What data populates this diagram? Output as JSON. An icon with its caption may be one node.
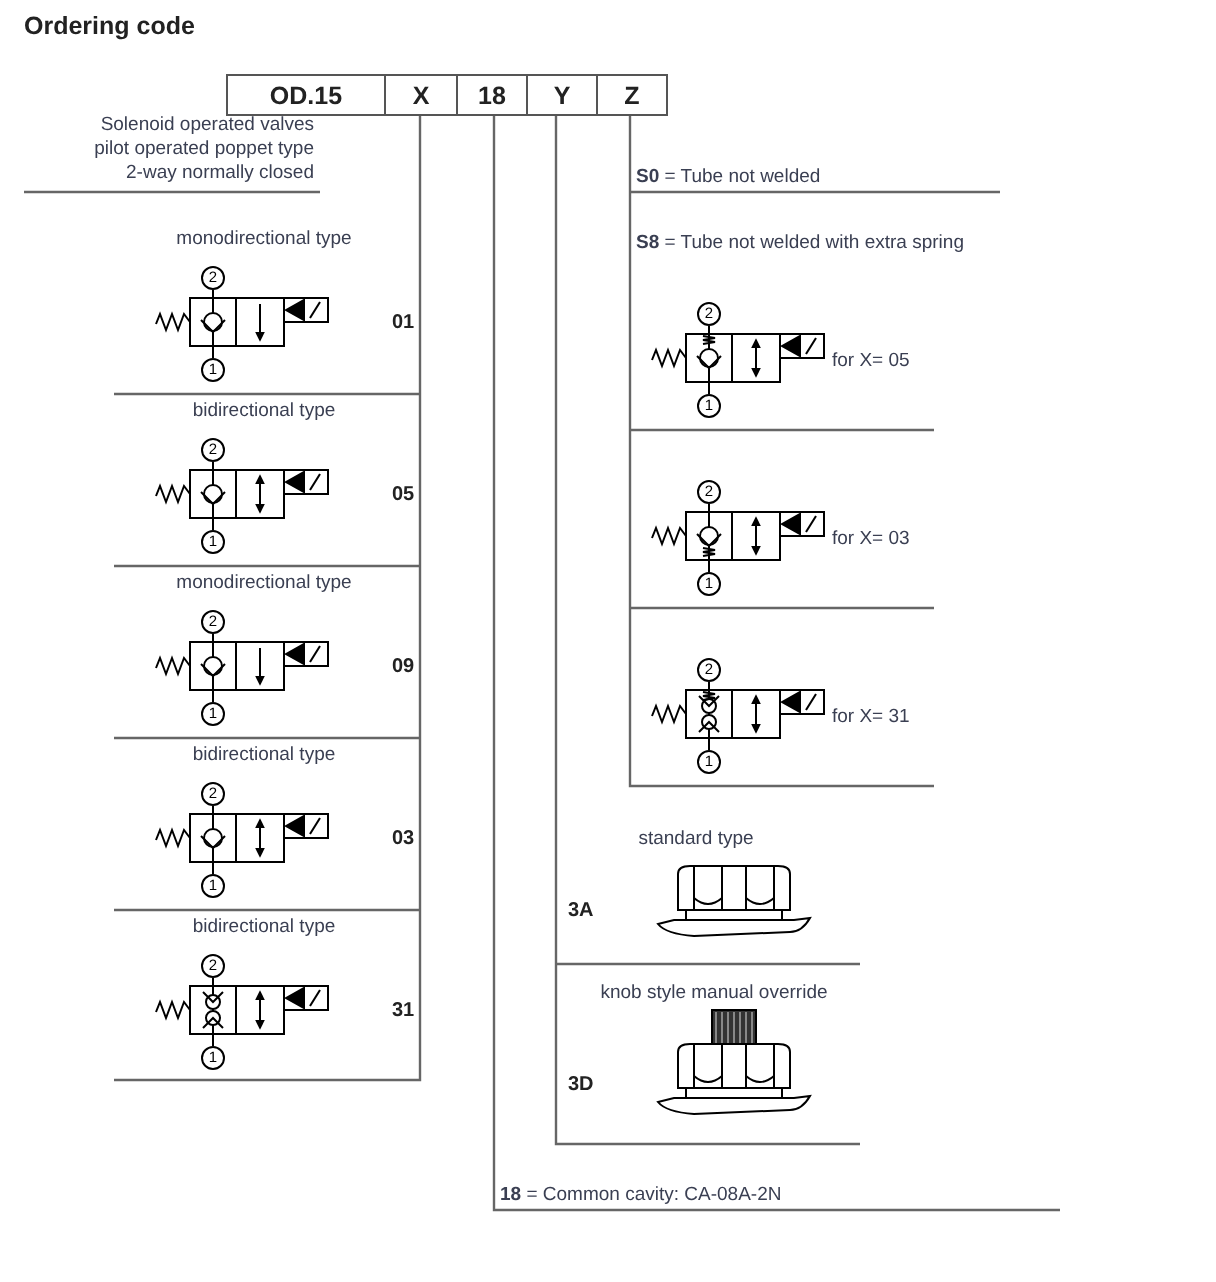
{
  "diagram": {
    "title": "Ordering code",
    "nodes": [
      {
        "text": [
          "OD.15"
        ]
      },
      {
        "text": [
          "X"
        ]
      },
      {
        "text": [
          "18"
        ]
      },
      {
        "text": [
          "Y"
        ]
      },
      {
        "text": [
          "Z"
        ]
      }
    ],
    "labels": [
      "Solenoid operated valves",
      "pilot operated poppet type",
      "2-way normally closed",
      "monodirectional type",
      "2",
      "1",
      "01",
      "bidirectional type",
      "2",
      "1",
      "05",
      "monodirectional type",
      "2",
      "1",
      "09",
      "bidirectional type",
      "2",
      "1",
      "03",
      "bidirectional type",
      "2",
      "1",
      "31",
      "**S0** = Tube not welded",
      "**S8** = Tube not welded with extra spring",
      "2",
      "1",
      "for X= 05",
      "2",
      "1",
      "for X= 03",
      "2",
      "1",
      "for X= 31",
      "standard type",
      "3A",
      "knob style manual override",
      "3D",
      "**18** = Common cavity: CA-08A-2N"
    ]
  }
}
